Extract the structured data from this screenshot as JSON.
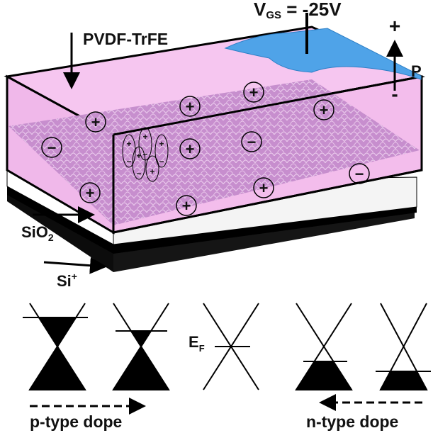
{
  "labels": {
    "vgs_main": "V",
    "vgs_sub": "GS",
    "vgs_value": " = -25V",
    "ferroelectric": "PVDF-TrFE",
    "polarization": "P",
    "pol_plus": "+",
    "pol_minus": "-",
    "oxide_main": "SiO",
    "oxide_sub": "2",
    "substrate_main": "Si",
    "substrate_sup": "+",
    "fermi_main": "E",
    "fermi_sub": "F",
    "p_type": "p-type dope",
    "n_type": "n-type dope"
  },
  "charges": {
    "positive": "+",
    "negative": "−"
  },
  "colors": {
    "ferroelectric_fill": "#f5c4ee",
    "graphene_fill": "#c88fd0",
    "electrode_blue": "#4fa3e8",
    "substrate": "#0d0d0d",
    "band_fill": "#000000"
  },
  "band_diagrams": [
    {
      "fermi_level": "p-type, strong",
      "filled": "upper cone partially empty"
    },
    {
      "fermi_level": "p-type, weak",
      "filled": "upper cone partially empty"
    },
    {
      "fermi_level": "neutral (Dirac point)",
      "filled": "none"
    },
    {
      "fermi_level": "n-type, weak",
      "filled": "lower cone partially filled"
    },
    {
      "fermi_level": "n-type, strong",
      "filled": "lower cone partially filled"
    }
  ]
}
